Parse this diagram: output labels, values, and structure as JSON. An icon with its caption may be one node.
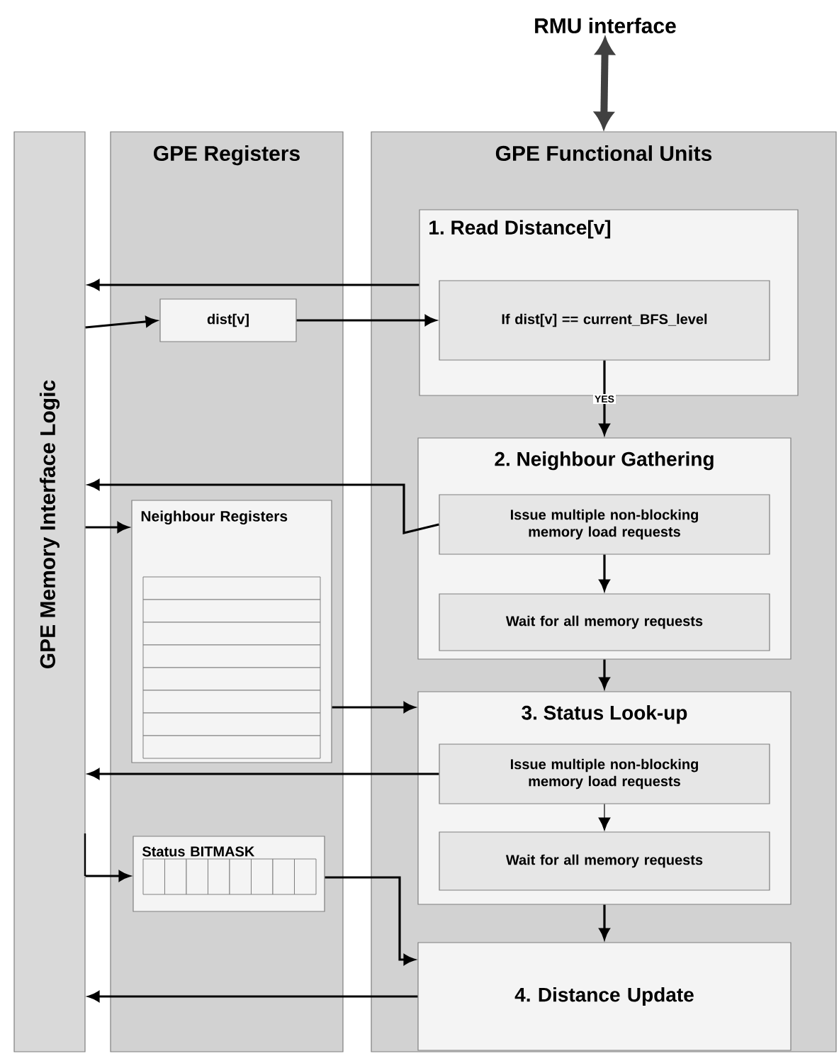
{
  "diagram": {
    "nodes": [
      {
        "text": [
          "GPE Memory Interface Logic"
        ]
      },
      {
        "text": [
          "GPE Registers"
        ]
      },
      {
        "text": [
          "GPE Functional Units"
        ]
      },
      {
        "text": [
          "1. Read Distance[v]"
        ],
        "in": 2
      },
      {
        "text": [
          "If dist[v] == current_BFS_level"
        ],
        "in": 3
      },
      {
        "text": [
          "dist[v]"
        ],
        "in": 1
      },
      {
        "text": [
          "2. Neighbour Gathering"
        ],
        "in": 2
      },
      {
        "text": [
          "Issue multiple non-blocking memory load requests"
        ],
        "in": 6
      },
      {
        "text": [
          "Wait for all memory requests"
        ],
        "in": 6
      },
      {
        "text": [
          "Neighbour Registers"
        ],
        "in": 1
      },
      {
        "text": [
          "3. Status Look-up"
        ],
        "in": 2
      },
      {
        "text": [
          "Issue multiple non-blocking memory load requests"
        ],
        "in": 10
      },
      {
        "text": [
          "Wait for all memory requests"
        ],
        "in": 10
      },
      {
        "text": [
          "Status BITMASK"
        ],
        "in": 1
      },
      {
        "text": [
          "4. Distance Update"
        ],
        "in": 2
      },
      {
        "text": [
          "RMU interface"
        ]
      }
    ],
    "edges": [
      {
        "from": 3,
        "to": 0,
        "arrow": "to"
      },
      {
        "from": 0,
        "to": 5,
        "arrow": "to"
      },
      {
        "from": 5,
        "to": 4,
        "arrow": "to"
      },
      {
        "from": 4,
        "to": 6,
        "arrow": "to",
        "label": "YES"
      },
      {
        "from": 7,
        "to": 0,
        "arrow": "to"
      },
      {
        "from": 0,
        "to": 9,
        "arrow": "to"
      },
      {
        "from": 7,
        "to": 8,
        "arrow": "to"
      },
      {
        "from": 6,
        "to": 10,
        "arrow": "to"
      },
      {
        "from": 9,
        "to": 10,
        "arrow": "to"
      },
      {
        "from": 11,
        "to": 0,
        "arrow": "to"
      },
      {
        "from": 11,
        "to": 12,
        "arrow": "to"
      },
      {
        "from": 0,
        "to": 13,
        "arrow": "to"
      },
      {
        "from": 13,
        "to": 14,
        "arrow": "to"
      },
      {
        "from": 10,
        "to": 14,
        "arrow": "to"
      },
      {
        "from": 14,
        "to": 0,
        "arrow": "to"
      },
      {
        "from": 15,
        "to": 2,
        "arrow": "both",
        "style": "thick",
        "color": "#404040"
      }
    ]
  }
}
